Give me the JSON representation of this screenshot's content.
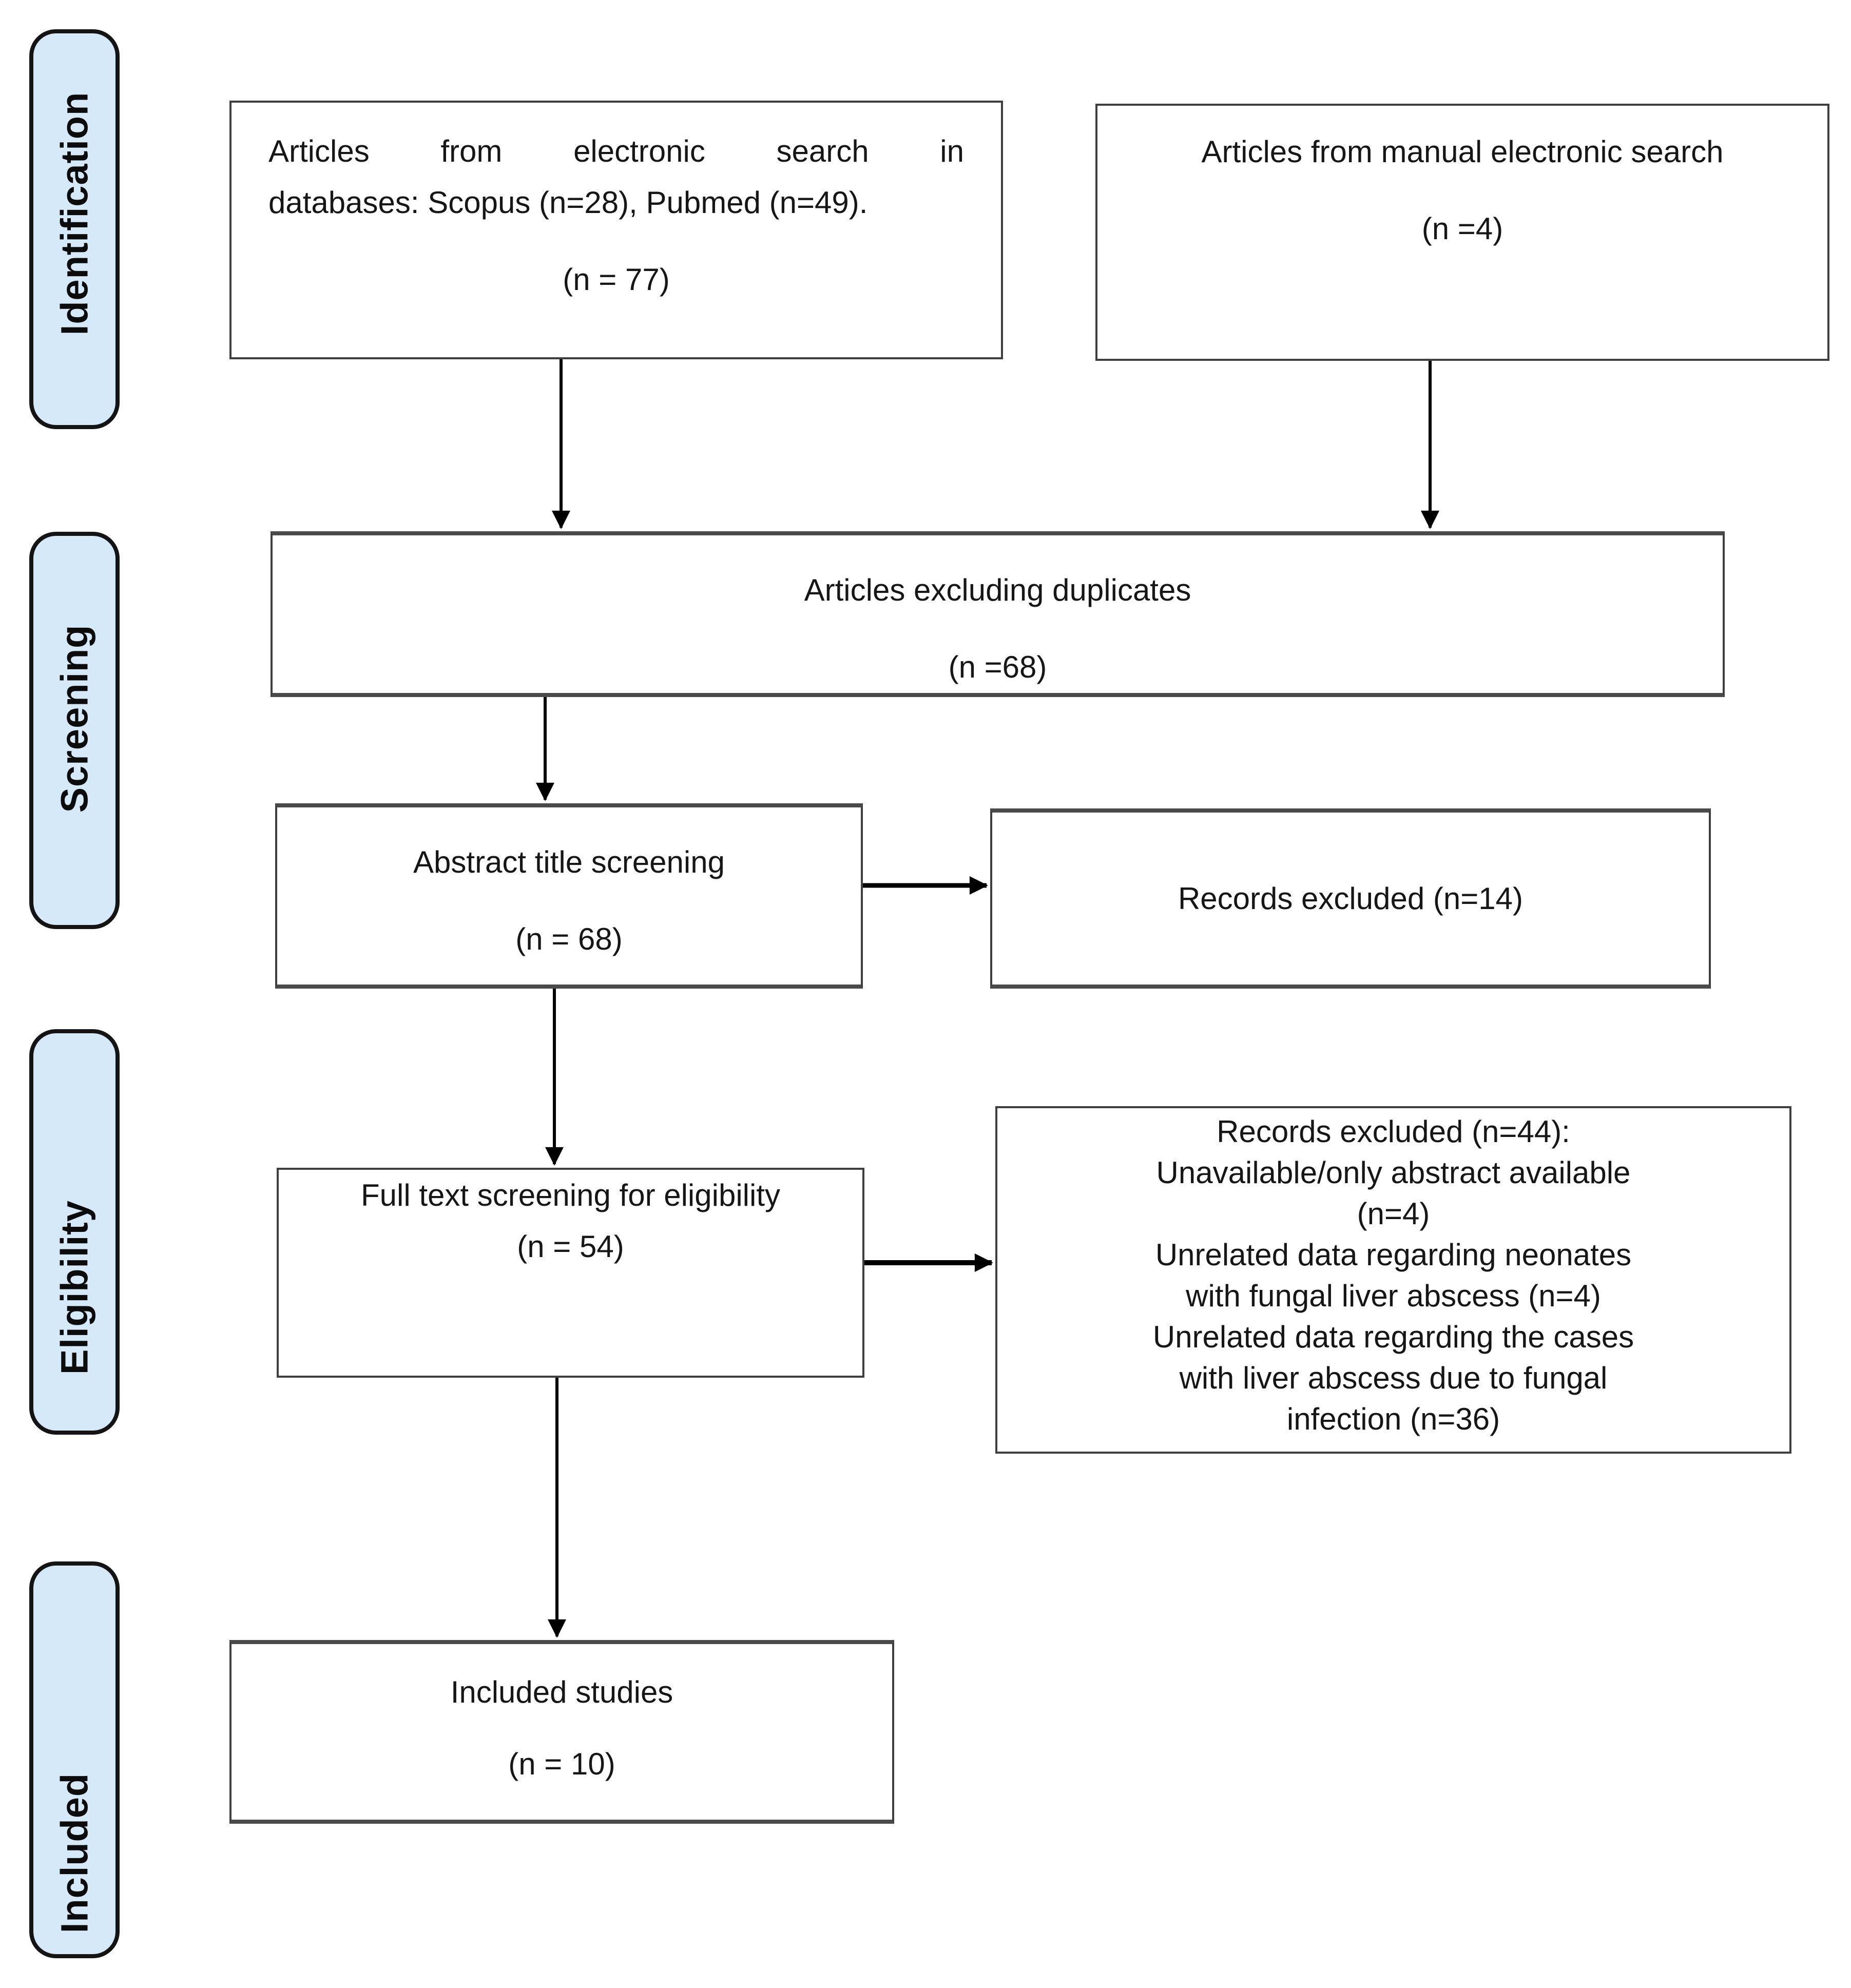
{
  "diagram": {
    "stages": [
      {
        "label": "Identification"
      },
      {
        "label": "Screening"
      },
      {
        "label": "Eligibility"
      },
      {
        "label": "Included"
      }
    ],
    "boxes": {
      "electronic_search": {
        "lines": [
          "Articles from electronic search in",
          "databases: Scopus (n=28), Pubmed (n=49)."
        ],
        "count": "(n = 77)"
      },
      "manual_search": {
        "line": "Articles from manual electronic search",
        "count": "(n =4)"
      },
      "excluding_duplicates": {
        "line": "Articles excluding duplicates",
        "count": "(n =68)"
      },
      "abstract_screening": {
        "line": "Abstract title screening",
        "count": "(n = 68)"
      },
      "records_excluded_screening": {
        "line": "Records excluded (n=14)"
      },
      "full_text_screening": {
        "line": "Full text screening for eligibility",
        "count": "(n = 54)"
      },
      "records_excluded_eligibility": {
        "lines": [
          "Records excluded (n=44):",
          "Unavailable/only abstract available",
          "(n=4)",
          "Unrelated data regarding neonates",
          "with fungal liver abscess (n=4)",
          "Unrelated data regarding the cases",
          "with liver abscess due to fungal",
          "infection (n=36)"
        ]
      },
      "included_studies": {
        "line": "Included studies",
        "count": "(n = 10)"
      }
    },
    "colors": {
      "stage_fill": "#d6e9f8",
      "stage_border": "#141414",
      "box_border": "#3f3f3f",
      "arrow": "#000000",
      "background": "#ffffff"
    }
  }
}
